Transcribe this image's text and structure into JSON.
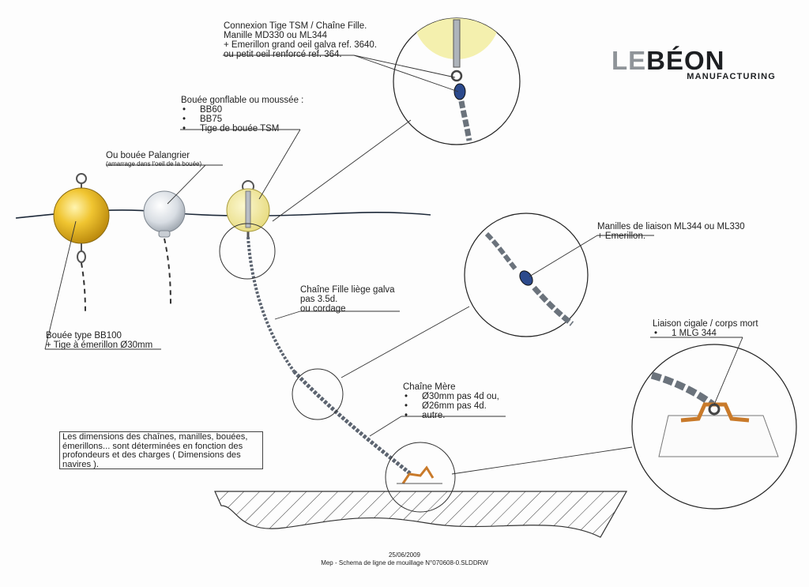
{
  "logo": {
    "le": "LE",
    "beon": "BÉON",
    "sub": "MANUFACTURING"
  },
  "labels": {
    "connexion": {
      "lines": [
        "Connexion Tige TSM / Chaîne Fille.",
        "Manille MD330 ou ML344",
        "+ Emerillon grand oeil galva ref. 3640.",
        "ou petit oeil renforcé ref. 364."
      ]
    },
    "bouee_gonflable": {
      "title": "Bouée gonflable ou moussée :",
      "items": [
        "BB60",
        "BB75",
        "Tige de bouée TSM"
      ]
    },
    "bouee_palangrier": {
      "title": "Ou bouée Palangrier",
      "sub": "(amarrage dans l'oeil de la bouée)"
    },
    "manilles_liaison": {
      "lines": [
        "Manilles de liaison ML344 ou ML330",
        "+ Emerillon."
      ]
    },
    "chaine_fille": {
      "lines": [
        "Chaîne Fille liège galva",
        "pas 3.5d.",
        "ou cordage"
      ]
    },
    "liaison_cigale": {
      "title": "Liaison cigale / corps mort",
      "items": [
        "1 MLG 344"
      ]
    },
    "bouee_bb100": {
      "lines": [
        "Bouée type BB100",
        "+ Tige à émerillon Ø30mm"
      ]
    },
    "chaine_mere": {
      "title": "Chaîne Mère",
      "items": [
        "Ø30mm pas 4d ou,",
        "Ø26mm pas 4d.",
        "autre."
      ]
    },
    "note": "Les dimensions des chaînes, manilles, bouées, émerillons... sont déterminées en fonction des profondeurs et des charges ( Dimensions des navires )."
  },
  "footer": {
    "date": "25/06/2009",
    "caption": "Mep - Schema de ligne de mouillage N°070608-0.SLDDRW"
  },
  "colors": {
    "yellow_buoy": "#e8b81c",
    "pale_yellow": "#f1ea9c",
    "white_buoy": "#e3e6ea",
    "chain": "#606870",
    "cigale": "#c97a2a",
    "swivel_blue": "#2c4a8c",
    "line": "#333333",
    "water": "#1e2a3a"
  }
}
